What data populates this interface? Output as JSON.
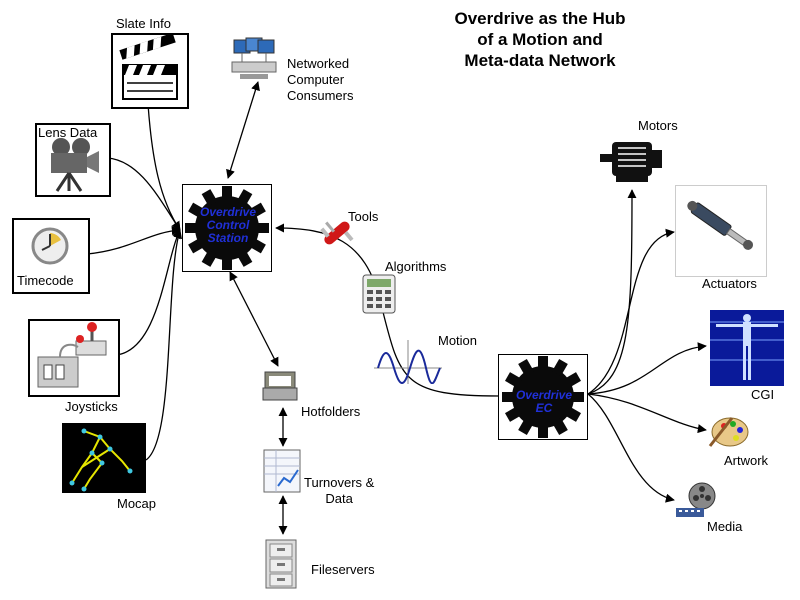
{
  "title": {
    "line1": "Overdrive as the Hub",
    "line2": "of a Motion and",
    "line3": "Meta-data Network"
  },
  "hubs": {
    "control_station": {
      "line1": "Overdrive",
      "line2": "Control",
      "line3": "Station"
    },
    "ec": {
      "line1": "Overdrive",
      "line2": "EC"
    }
  },
  "inputs": {
    "slate_info": "Slate Info",
    "lens_data": "Lens Data",
    "timecode": "Timecode",
    "joysticks": "Joysticks",
    "mocap": "Mocap"
  },
  "network": {
    "line1": "Networked",
    "line2": "Computer",
    "line3": "Consumers"
  },
  "middle": {
    "tools": "Tools",
    "algorithms": "Algorithms",
    "motion": "Motion"
  },
  "storage": {
    "hotfolders": "Hotfolders",
    "turnovers_line1": "Turnovers &",
    "turnovers_line2": "Data",
    "fileservers": "Fileservers"
  },
  "outputs": {
    "motors": "Motors",
    "actuators": "Actuators",
    "cgi": "CGI",
    "artwork": "Artwork",
    "media": "Media"
  },
  "colors": {
    "gear": "#0a0a0a",
    "gear_label": "#2030d8",
    "cgi_background": "#0a1a9a"
  }
}
